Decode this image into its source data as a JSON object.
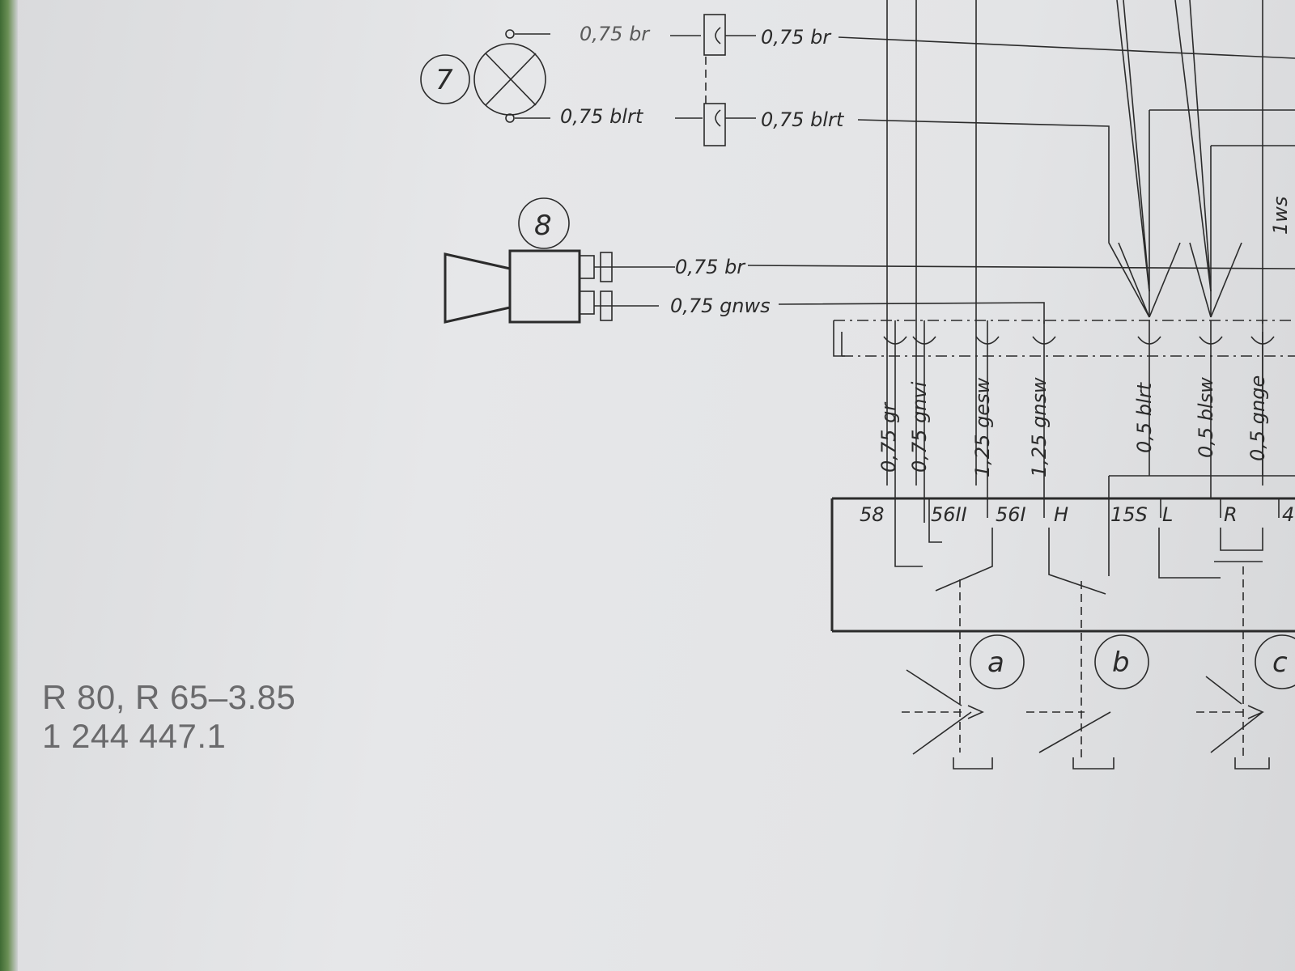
{
  "components": {
    "lamp_number": "7",
    "horn_number": "8",
    "switch_a": "a",
    "switch_b": "b",
    "switch_c": "c"
  },
  "wire_labels": {
    "lamp_top_left": "0,75 br",
    "lamp_top_right": "0,75 br",
    "lamp_bottom_left": "0,75 blrt",
    "lamp_bottom_right": "0,75 blrt",
    "horn_top": "0,75 br",
    "horn_bottom": "0,75 gnws",
    "right_edge": "1ws"
  },
  "connector_wires": [
    "0,75 gr",
    "0,75 gnvi",
    "1,25 gesw",
    "1,25 gnsw",
    "0,5 blrt",
    "0,5 blsw",
    "0,5 gnge"
  ],
  "terminals": [
    "58",
    "56II",
    "56I",
    "H",
    "15S",
    "L",
    "R",
    "4"
  ],
  "model_info": {
    "line1": "R 80, R 65–3.85",
    "line2": "1 244 447.1"
  }
}
